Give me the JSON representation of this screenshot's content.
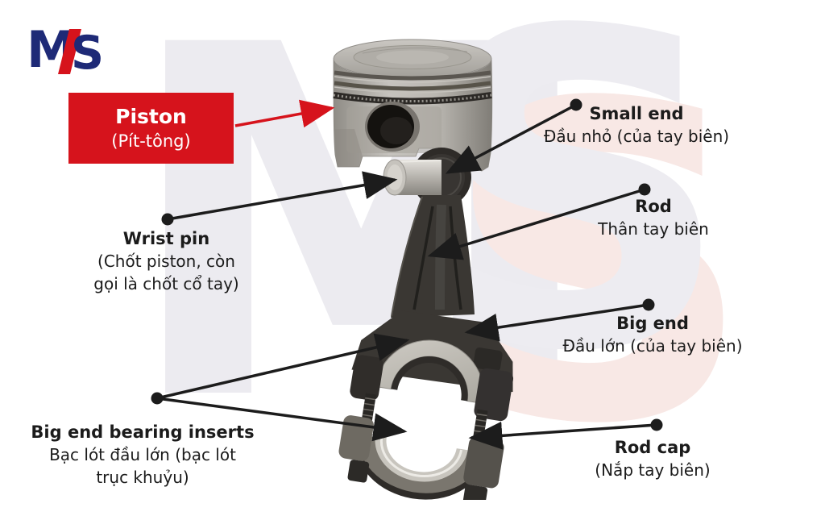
{
  "brand": {
    "logo_m": "M",
    "logo_s": "S"
  },
  "watermark": {
    "m": "M",
    "s": "S"
  },
  "colors": {
    "accent_red": "#d6131c",
    "line_black": "#1c1c1c",
    "logo_navy": "#1e2a77",
    "watermark_gray": "#ecebf0",
    "watermark_pink": "#f8e8e5",
    "background": "#ffffff"
  },
  "callout_box": {
    "title": "Piston",
    "subtitle": "(Pít-tông)"
  },
  "labels": {
    "small_end": {
      "title": "Small end",
      "sub1": "Đầu nhỏ (của tay biên)"
    },
    "rod": {
      "title": "Rod",
      "sub1": "Thân tay biên"
    },
    "big_end": {
      "title": "Big end",
      "sub1": "Đầu lớn (của tay biên)"
    },
    "rod_cap": {
      "title": "Rod cap",
      "sub1": "(Nắp tay biên)"
    },
    "wrist_pin": {
      "title": "Wrist pin",
      "sub1": "(Chốt piston, còn",
      "sub2": "gọi là chốt cổ tay)"
    },
    "bearing_inserts": {
      "title": "Big end bearing inserts",
      "sub1": "Bạc lót đầu lớn (bạc lót",
      "sub2": "trục khuỷu)"
    }
  },
  "figure": {
    "alt": "Exploded photo of a piston with connecting rod, wrist pin, big end bearing inserts, bolts and rod cap"
  }
}
